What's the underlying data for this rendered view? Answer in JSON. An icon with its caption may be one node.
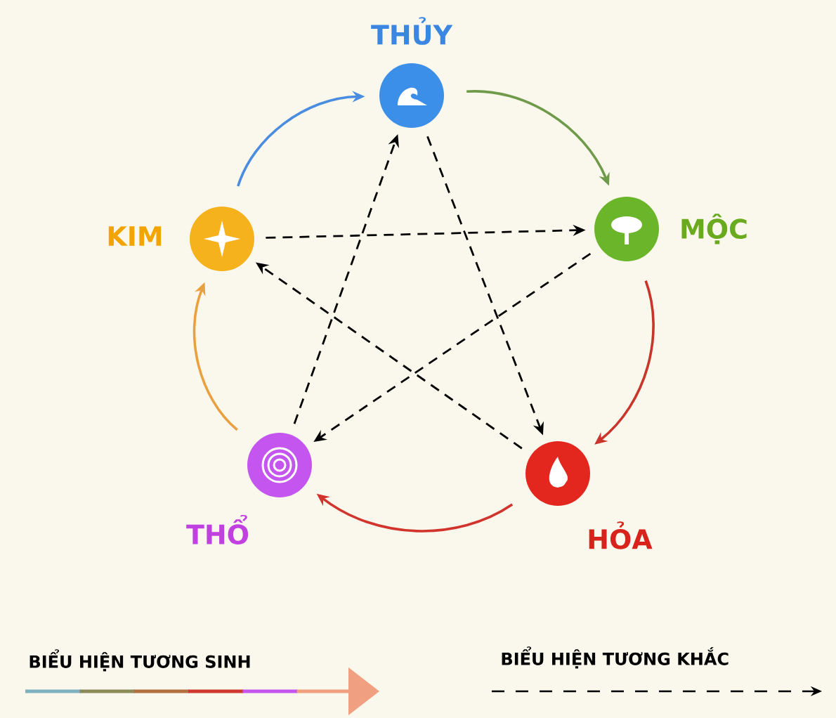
{
  "diagram": {
    "nodes": [
      {
        "text": [
          "THỦY"
        ]
      },
      {
        "text": [
          "KIM"
        ]
      },
      {
        "text": [
          "MỘC"
        ]
      },
      {
        "text": [
          "THỔ"
        ]
      },
      {
        "text": [
          "HỎA"
        ]
      }
    ],
    "edges": [
      {
        "from": 0,
        "to": 2,
        "arrow": "to",
        "color": "#6f9a4a"
      },
      {
        "from": 2,
        "to": 4,
        "arrow": "to",
        "color": "#c8352a"
      },
      {
        "from": 4,
        "to": 3,
        "arrow": "to",
        "color": "#d0342c"
      },
      {
        "from": 3,
        "to": 1,
        "arrow": "to",
        "color": "#e8a040"
      },
      {
        "from": 1,
        "to": 0,
        "arrow": "to",
        "color": "#4a8de0"
      },
      {
        "from": 0,
        "to": 4,
        "arrow": "to",
        "style": "dashed"
      },
      {
        "from": 4,
        "to": 1,
        "arrow": "to",
        "style": "dashed"
      },
      {
        "from": 1,
        "to": 2,
        "arrow": "to",
        "style": "dashed"
      },
      {
        "from": 2,
        "to": 3,
        "arrow": "to",
        "style": "dashed"
      },
      {
        "from": 3,
        "to": 0,
        "arrow": "to",
        "style": "dashed"
      }
    ],
    "legend": [
      {
        "text": "BIỂU HIỆN TƯƠNG SINH"
      },
      {
        "text": "BIỂU HIỆN TƯƠNG KHẮC"
      }
    ]
  }
}
